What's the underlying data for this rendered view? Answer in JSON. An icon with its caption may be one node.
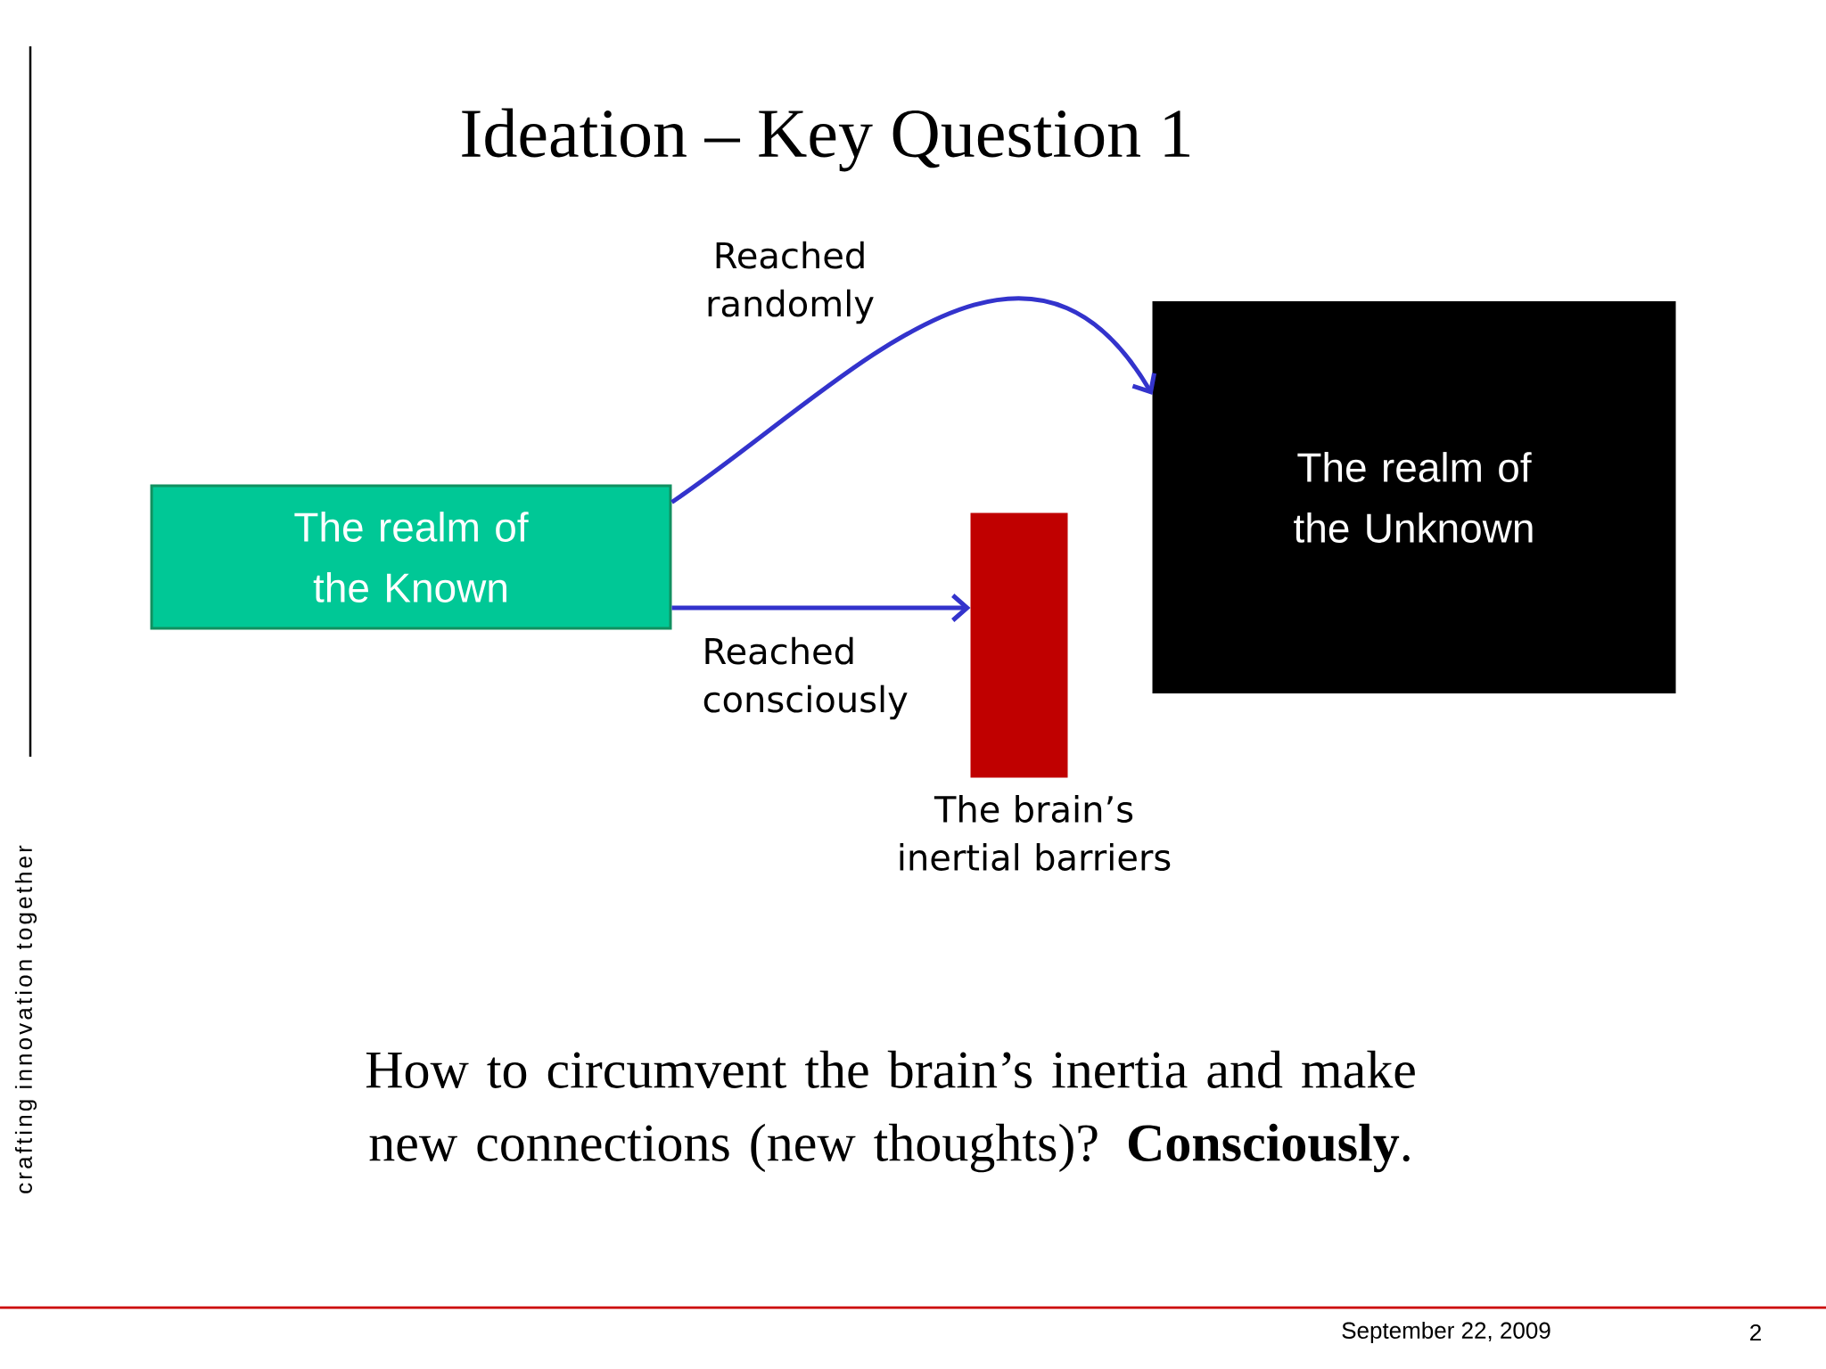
{
  "diagram": {
    "title": "Ideation – Key Question 1",
    "caption": "How to circumvent the brain’s inertia and make new connections (new thoughts)? **Consciously**.",
    "nodes": [
      {
        "text": [
          "The realm of the Known"
        ]
      },
      {
        "text": [
          "The realm of the Unknown"
        ]
      },
      {
        "text": [],
        "shape": "bar",
        "beside": [
          "The brain’s inertial barriers"
        ]
      }
    ],
    "edges": [
      {
        "from": 0,
        "to": 1,
        "arrow": "to",
        "label": "Reached randomly"
      },
      {
        "from": 0,
        "to": 2,
        "arrow": "to",
        "label": "Reached consciously"
      }
    ],
    "labels": [
      "crafting innovation together",
      "September 22, 2009",
      "2"
    ]
  }
}
